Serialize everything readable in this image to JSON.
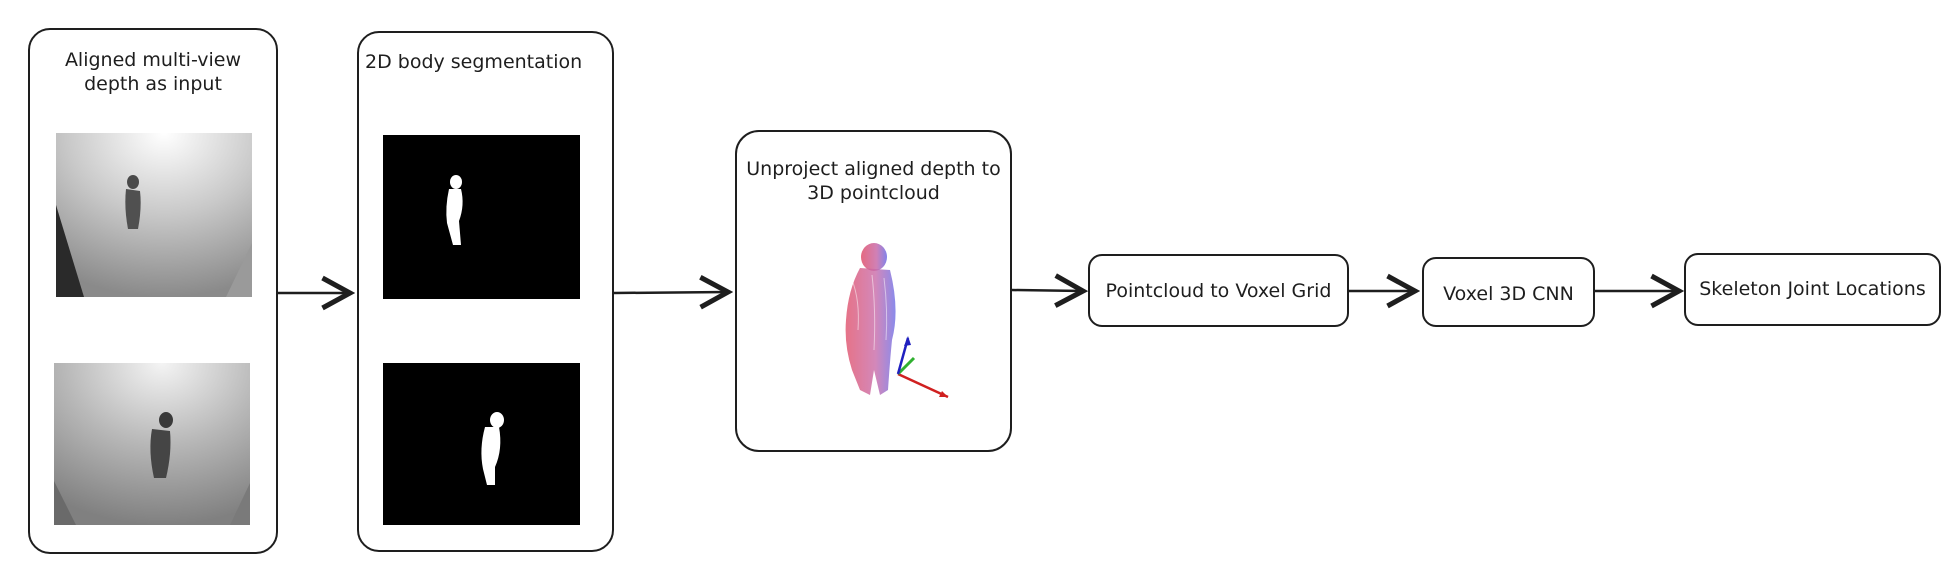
{
  "nodes": {
    "input": {
      "label": "Aligned multi-view depth as input"
    },
    "segmentation": {
      "label": "2D body segmentation"
    },
    "unproject": {
      "label": "Unproject aligned depth to 3D pointcloud"
    },
    "voxel_grid": {
      "label": "Pointcloud to Voxel Grid"
    },
    "cnn": {
      "label": "Voxel 3D CNN"
    },
    "joints": {
      "label": "Skeleton Joint Locations"
    }
  },
  "colors": {
    "stroke": "#1e1e1e",
    "pointcloud_red": "#e0506a",
    "pointcloud_blue": "#6d6de6",
    "axis_red": "#d02020",
    "axis_green": "#30b030",
    "axis_blue": "#2020c0"
  }
}
